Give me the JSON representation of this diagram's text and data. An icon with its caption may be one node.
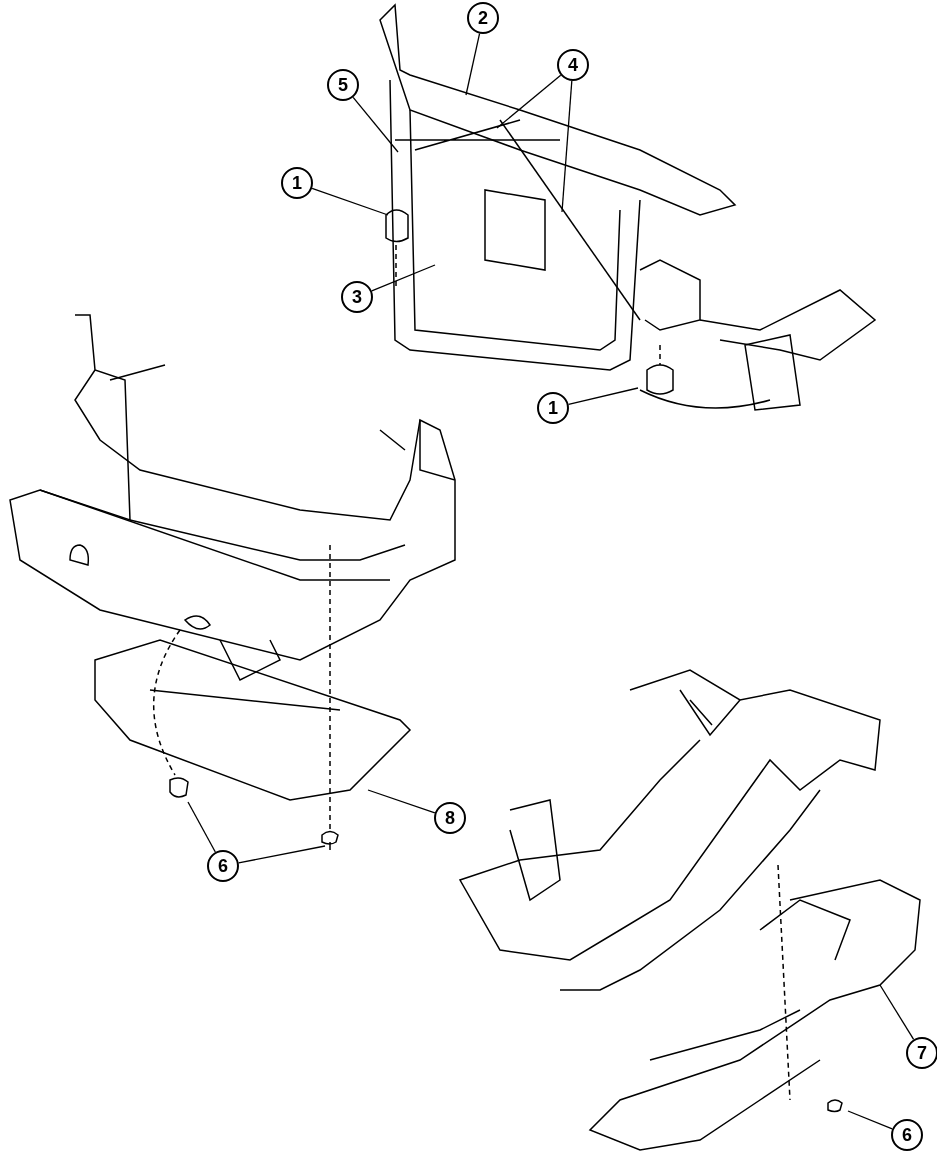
{
  "diagram": {
    "nodes": [
      {
        "text": [
          "2"
        ]
      },
      {
        "text": [
          "4"
        ]
      },
      {
        "text": [
          "5"
        ]
      },
      {
        "text": [
          "1"
        ]
      },
      {
        "text": [
          "3"
        ]
      },
      {
        "text": [
          "1"
        ]
      },
      {
        "text": [
          "8"
        ]
      },
      {
        "text": [
          "6"
        ]
      },
      {
        "text": [
          "7"
        ]
      },
      {
        "text": [
          "6"
        ]
      }
    ],
    "edges": [
      {
        "from": 0,
        "to": null,
        "arrow": "none"
      },
      {
        "from": 1,
        "to": null,
        "arrow": "none"
      },
      {
        "from": 1,
        "to": null,
        "arrow": "none"
      },
      {
        "from": 2,
        "to": null,
        "arrow": "none"
      },
      {
        "from": 3,
        "to": null,
        "arrow": "none"
      },
      {
        "from": 4,
        "to": null,
        "arrow": "none"
      },
      {
        "from": 5,
        "to": null,
        "arrow": "none"
      },
      {
        "from": 6,
        "to": null,
        "arrow": "none"
      },
      {
        "from": 7,
        "to": null,
        "arrow": "none"
      },
      {
        "from": 7,
        "to": null,
        "arrow": "none"
      },
      {
        "from": 8,
        "to": null,
        "arrow": "none"
      },
      {
        "from": 9,
        "to": null,
        "arrow": "none"
      }
    ]
  }
}
